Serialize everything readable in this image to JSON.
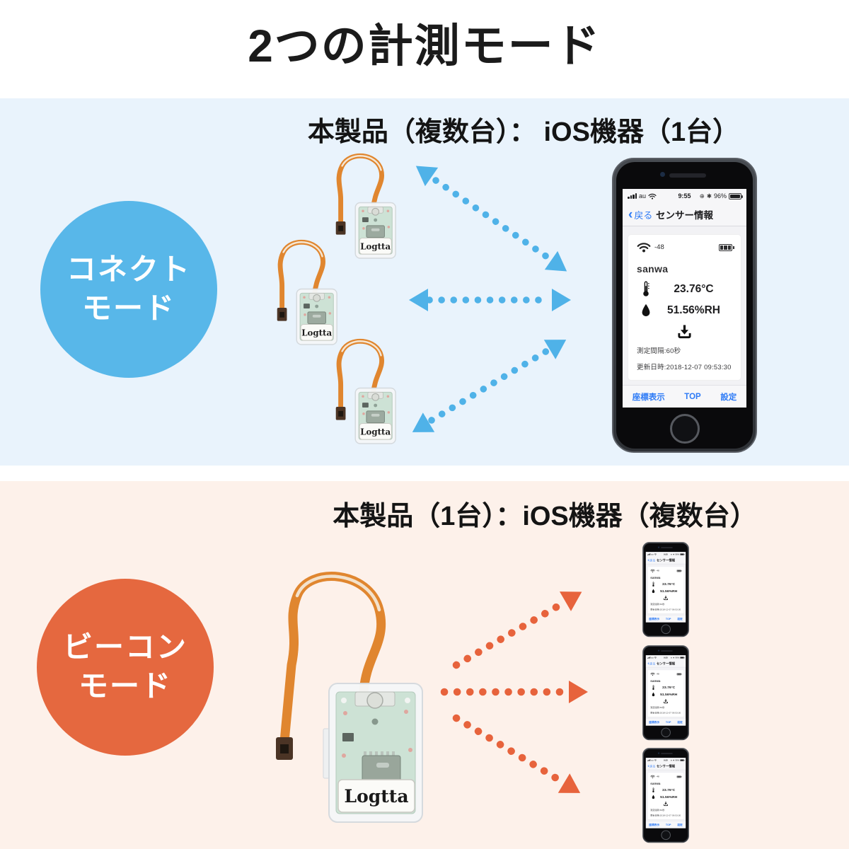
{
  "title": "2つの計測モード",
  "colors": {
    "connect_bg": "#e9f3fc",
    "connect_accent": "#58b7e9",
    "connect_arrow": "#4fb2e8",
    "beacon_bg": "#fdf1ea",
    "beacon_accent": "#e5683f",
    "beacon_arrow": "#e7633c"
  },
  "connect": {
    "header": "本製品（複数台）： iOS機器（1台）",
    "badge_line1": "コネクト",
    "badge_line2": "モード"
  },
  "beacon": {
    "header": "本製品（1台）：iOS機器（複数台）",
    "badge_line1": "ビーコン",
    "badge_line2": "モード"
  },
  "sensor": {
    "label": "Logtta"
  },
  "phone": {
    "status": {
      "carrier": "au",
      "time": "9:55",
      "battery": "96%"
    },
    "nav": {
      "back": "戻る",
      "title": "センサー情報"
    },
    "card": {
      "rssi": "-48",
      "name": "sanwa",
      "temperature": "23.76°C",
      "humidity": "51.56%RH"
    },
    "meta": {
      "interval": "測定間隔:60秒",
      "updated": "更新日時:2018-12-07 09:53:30"
    },
    "toolbar": [
      "座標表示",
      "TOP",
      "設定"
    ]
  }
}
